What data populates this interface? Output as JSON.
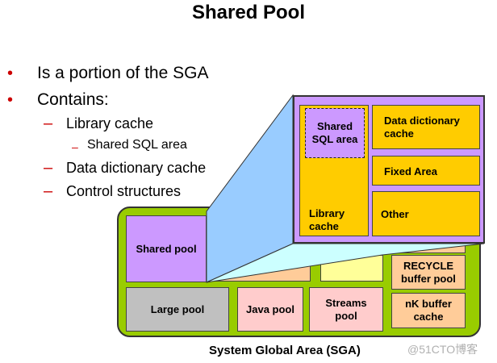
{
  "title": "Shared Pool",
  "bullets": [
    {
      "marker": "•",
      "text": "Is a portion of the SGA"
    },
    {
      "marker": "•",
      "text": "Contains:"
    }
  ],
  "sub_bullets": [
    {
      "marker": "–",
      "text": "Library cache"
    },
    {
      "marker": "–",
      "text": "Data dictionary cache"
    },
    {
      "marker": "–",
      "text": "Control structures"
    }
  ],
  "subsub_bullet": {
    "marker": "–",
    "text": "Shared SQL area"
  },
  "sga": {
    "caption": "System Global Area (SGA)",
    "shared_pool": "Shared pool",
    "large_pool": "Large pool",
    "java_pool": "Java pool",
    "streams_pool": "Streams pool",
    "recycle_buffer_pool": "RECYCLE buffer pool",
    "nk_buffer_cache": "nK buffer cache"
  },
  "zoom": {
    "shared_sql_area": "Shared SQL area",
    "library_cache": "Library cache",
    "data_dictionary_cache": "Data dictionary cache",
    "fixed_area": "Fixed Area",
    "other": "Other"
  },
  "watermark": "@51CTO博客",
  "colors": {
    "sga_green": "#99cc00",
    "zoom_purple": "#cc99ff",
    "library_yellow": "#ffcc00",
    "zoom_blue": "#99ccff",
    "peach": "#ffcc99",
    "pink": "#ffcccc",
    "grey": "#c0c0c0",
    "bullet_red": "#cc0000"
  }
}
